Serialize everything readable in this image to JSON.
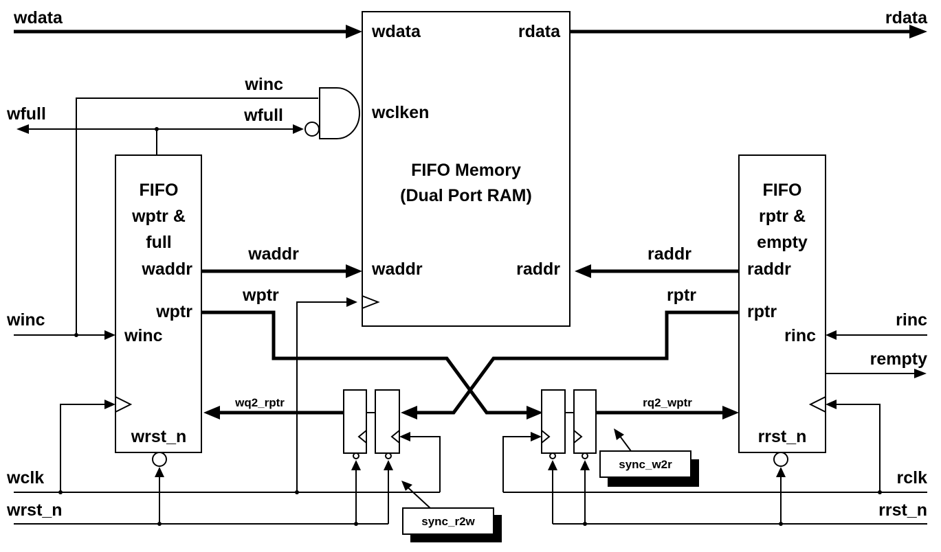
{
  "ports": {
    "wdata": "wdata",
    "rdata": "rdata",
    "wfull": "wfull",
    "winc": "winc",
    "wclk": "wclk",
    "wrst_n": "wrst_n",
    "rinc": "rinc",
    "rempty": "rempty",
    "rclk": "rclk",
    "rrst_n": "rrst_n"
  },
  "memory": {
    "title1": "FIFO Memory",
    "title2": "(Dual Port RAM)",
    "wdata": "wdata",
    "rdata": "rdata",
    "wclken": "wclken",
    "waddr": "waddr",
    "raddr": "raddr"
  },
  "wblock": {
    "title1": "FIFO",
    "title2": "wptr &",
    "title3": "full",
    "waddr": "waddr",
    "wptr": "wptr",
    "winc": "winc",
    "wrst_n": "wrst_n"
  },
  "rblock": {
    "title1": "FIFO",
    "title2": "rptr &",
    "title3": "empty",
    "raddr": "raddr",
    "rptr": "rptr",
    "rinc": "rinc",
    "rrst_n": "rrst_n"
  },
  "signals": {
    "winc": "winc",
    "wfull": "wfull",
    "waddr": "waddr",
    "wptr": "wptr",
    "raddr": "raddr",
    "rptr": "rptr",
    "wq2_rptr": "wq2_rptr",
    "rq2_wptr": "rq2_wptr"
  },
  "callouts": {
    "sync_r2w": "sync_r2w",
    "sync_w2r": "sync_w2r"
  }
}
